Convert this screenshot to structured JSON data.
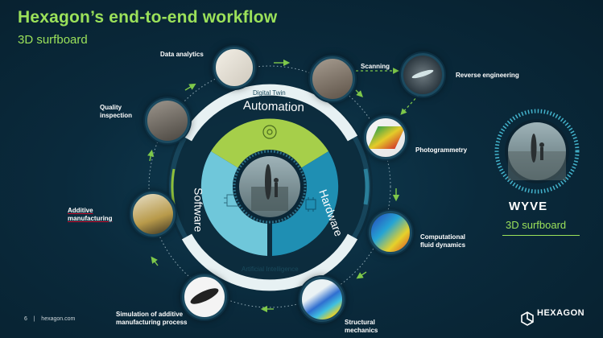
{
  "header": {
    "title": "Hexagon’s end-to-end workflow",
    "subtitle": "3D surfboard"
  },
  "ring": {
    "top": "Digital Twin",
    "bottom": "Artificial Intelligence"
  },
  "segments": {
    "automation": "Automation",
    "software": "Software",
    "hardware": "Hardware"
  },
  "steps": {
    "data_analytics": "Data analytics",
    "scanning": "Scanning",
    "reverse_engineering": "Reverse engineering",
    "photogrammetry": "Photogrammetry",
    "cfd": [
      "Computational",
      "fluid dynamics"
    ],
    "structural": [
      "Structural",
      "mechanics"
    ],
    "simulation": [
      "Simulation of additive",
      "manufacturing process"
    ],
    "additive": [
      "Additive",
      "manufacturing"
    ],
    "quality": [
      "Quality",
      "inspection"
    ]
  },
  "product": {
    "name": "WYVE",
    "label": "3D surfboard"
  },
  "footer": {
    "page": "6",
    "separator": "|",
    "site": "hexagon.com"
  },
  "brand": {
    "logo_text": "HEXAGON"
  },
  "colors": {
    "accent_green": "#9be15a",
    "teal": "#43b3cc",
    "lime": "#a6cf4a"
  }
}
